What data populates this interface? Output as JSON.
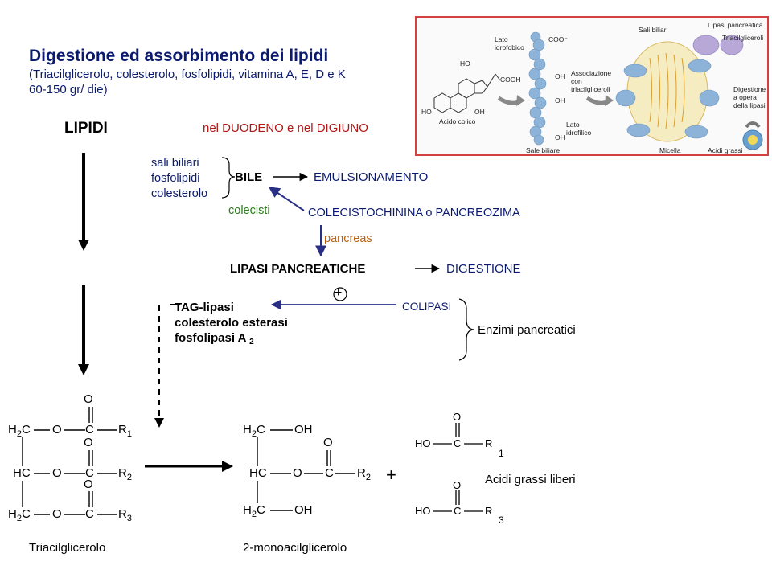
{
  "title": "Digestione ed assorbimento dei lipidi",
  "subtitle_lines": [
    "(Triacilglicerolo, colesterolo, fosfolipidi, vitamina A, E, D e K",
    "60-150 gr/ die)"
  ],
  "lipidi": "LIPIDI",
  "location": "nel DUODENO e nel DIGIUNO",
  "bile_components": [
    "sali biliari",
    "fosfolipidi",
    "colesterolo"
  ],
  "bile": "BILE",
  "emulsionamento": "EMULSIONAMENTO",
  "colecisti": "colecisti",
  "hormone": "COLECISTOCHININA o PANCREOZIMA",
  "pancreas": "pancreas",
  "lipasi_pancreatiche": "LIPASI PANCREATICHE",
  "digestione": "DIGESTIONE",
  "enzymes": [
    "TAG-lipasi",
    "colesterolo esterasi",
    "fosfolipasi A"
  ],
  "enzyme_sub": "2",
  "plus_sign": "+",
  "colipasi": "COLIPASI",
  "enzimi_pancreatici": "Enzimi pancreatici",
  "chem": {
    "o": "O",
    "c": "C",
    "h2c": "H",
    "h2c_sub": "2",
    "h2c_c": "C",
    "hc": "HC",
    "oh": "OH",
    "ho": "HO",
    "r": "R",
    "r1": "1",
    "r2": "2",
    "r3": "3",
    "plus": "+"
  },
  "labels": {
    "triacilglicerolo": "Triacilglicerolo",
    "monoacil": "2-monoacilglicerolo",
    "acidi_grassi": "Acidi grassi liberi"
  },
  "figure": {
    "lato_idrofobico": [
      "Lato",
      "idrofobico"
    ],
    "lato_idrofilico": [
      "Lato",
      "idrofilico"
    ],
    "acido_colico": "Acido colico",
    "sale_biliare": "Sale biliare",
    "associazione": [
      "Associazione",
      "con",
      "triacilgliceroli"
    ],
    "sali_biliari": "Sali biliari",
    "lipasi_pancreatica": "Lipasi pancreatica",
    "triacilgliceroli": "Triacilgliceroli",
    "digestione_lipasi": [
      "Digestione",
      "a opera",
      "della lipasi"
    ],
    "micella": "Micella",
    "acidi_grassi": "Acidi grassi",
    "coo": "COO⁻",
    "cooh": "COOH",
    "ho": "HO",
    "oh": "OH"
  },
  "colors": {
    "title": "#0a1a6e",
    "arrow_blue": "#2a2f86",
    "location": "#b01818",
    "colecisti": "#2a7a1a",
    "pancreas": "#b8620c",
    "figure_border": "#d24040"
  }
}
